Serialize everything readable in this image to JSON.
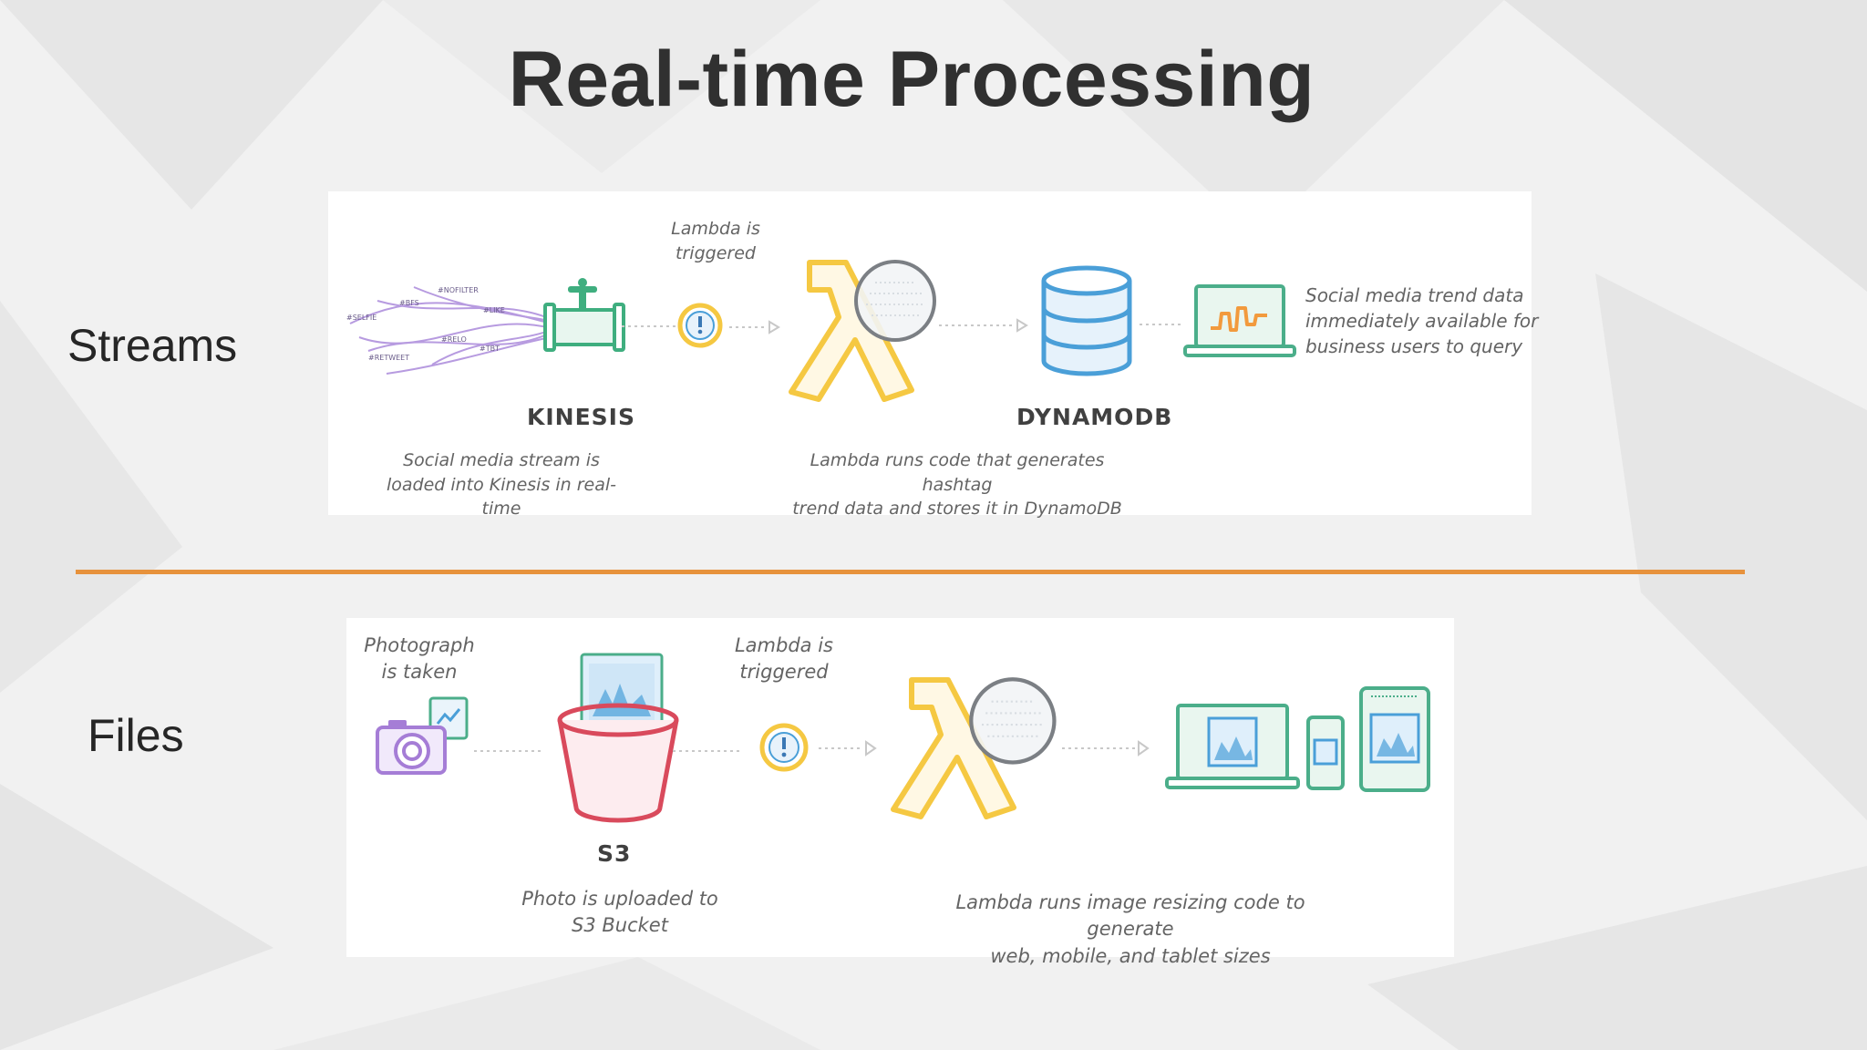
{
  "slide": {
    "title": "Real-time Processing",
    "divider_color": "#e7923c"
  },
  "streams": {
    "row_label": "Streams",
    "trigger_note": "Lambda is\ntriggered",
    "kinesis_label": "KINESIS",
    "dynamodb_label": "DYNAMODB",
    "kinesis_caption": "Social media stream is\nloaded into Kinesis in real-time",
    "lambda_caption": "Lambda runs code that generates hashtag\ntrend data and stores it in DynamoDB",
    "output_caption": "Social media trend data\nimmediately available for\nbusiness users to query",
    "stream_words": [
      "#NOFILTER",
      "#BFS",
      "#SELFIE",
      "#LIKE",
      "#TBT",
      "#RELO",
      "#RETWEET"
    ]
  },
  "files": {
    "row_label": "Files",
    "photo_caption": "Photograph\nis taken",
    "trigger_note": "Lambda is\ntriggered",
    "s3_label": "S3",
    "s3_caption": "Photo is uploaded to\nS3 Bucket",
    "lambda_caption": "Lambda runs image resizing code to generate\nweb, mobile, and tablet sizes"
  },
  "colors": {
    "kinesis": "#3fae7f",
    "lambda": "#f5c842",
    "dynamodb": "#4a9fd8",
    "s3": "#d94a5c",
    "camera": "#a57dd6",
    "devices": "#4bae8a",
    "purple_stream": "#b79be0"
  },
  "icons": [
    "pipe-icon",
    "alert-icon",
    "lambda-icon",
    "magnifier-icon",
    "database-icon",
    "laptop-icon",
    "camera-icon",
    "bucket-icon",
    "tablet-icon",
    "phone-icon"
  ]
}
